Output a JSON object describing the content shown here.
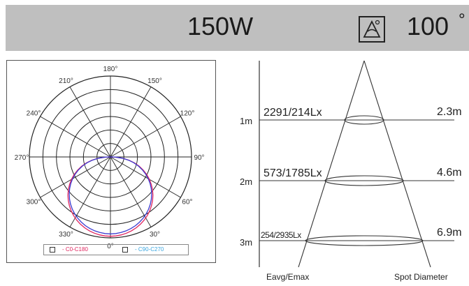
{
  "header": {
    "power": "150W",
    "beam_angle": "100",
    "degree_symbol": "°",
    "angle_icon": "beam-angle-icon"
  },
  "polar": {
    "angles": [
      "180°",
      "150°",
      "120°",
      "90°",
      "60°",
      "30°",
      "0°",
      "330°",
      "300°",
      "270°",
      "240°",
      "210°"
    ],
    "legend": [
      {
        "label": "C0-C180",
        "color": "#e0245e"
      },
      {
        "label": "C90-C270",
        "color": "#3aa6e0"
      }
    ]
  },
  "beam": {
    "rows": [
      {
        "distance": "1m",
        "lux": "2291/214Lx",
        "diameter": "2.3m"
      },
      {
        "distance": "2m",
        "lux": "573/1785Lx",
        "diameter": "4.6m"
      },
      {
        "distance": "3m",
        "lux": "254/2935Lx",
        "diameter": "6.9m"
      }
    ],
    "footer_left": "Eavg/Emax",
    "footer_right": "Spot Diameter"
  },
  "colors": {
    "curve_red": "#e0245e",
    "curve_blue": "#3b3bd0",
    "header_bg": "#bfbfbf"
  }
}
